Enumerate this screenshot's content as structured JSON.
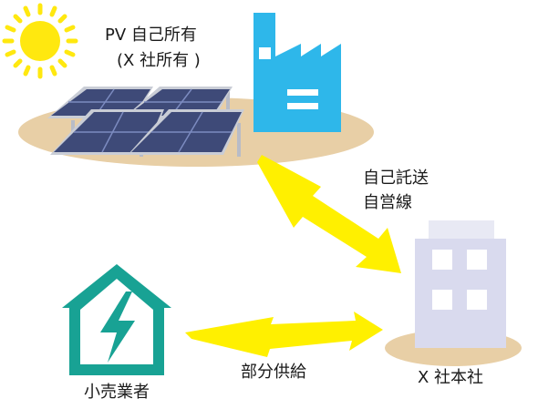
{
  "labels": {
    "pv_owner_line1": "PV 自己所有",
    "pv_owner_line2": "(X 社所有 )",
    "self_wheeling_line1": "自己託送",
    "self_wheeling_line2": "自営線",
    "partial_supply": "部分供給",
    "retailer": "小売業者",
    "hq": "X 社本社"
  },
  "icons": {
    "sun": "sun-icon",
    "solar_panels": "solar-panel-icon",
    "factory": "factory-icon",
    "retailer_house": "house-lightning-icon",
    "hq_building": "office-building-icon",
    "lightning_arrows": "lightning-arrow-icon"
  },
  "colors": {
    "sun": "#FFE80F",
    "ground_pad": "#E8CFA6",
    "factory": "#2EB7EA",
    "panel_dark": "#3E4A78",
    "panel_frame": "#C9CDD6",
    "house": "#18A294",
    "building": "#D9DAEE",
    "lightning": "#FFF000",
    "text": "#1A1A1A"
  }
}
